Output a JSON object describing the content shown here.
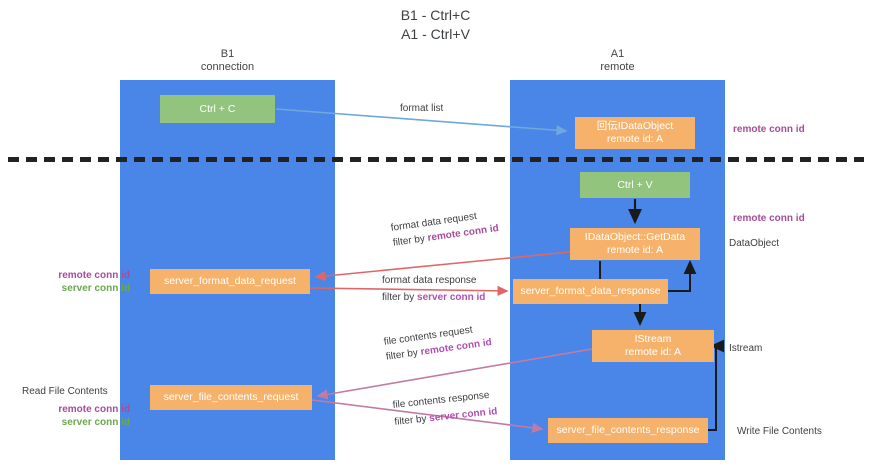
{
  "title": {
    "line1": "B1 - Ctrl+C",
    "line2": "A1 - Ctrl+V"
  },
  "lanes": [
    {
      "id": "b1",
      "name": "B1",
      "role": "connection",
      "color": "#4a86e8"
    },
    {
      "id": "a1",
      "name": "A1",
      "role": "remote",
      "color": "#4a86e8"
    }
  ],
  "nodes": {
    "ctrl_c": {
      "line1": "Ctrl + C",
      "line2": "",
      "color": "#93c47d"
    },
    "idataobject": {
      "line1": "回伝IDataObject",
      "line2": "remote id: A",
      "color": "#f6b26b"
    },
    "ctrl_v": {
      "line1": "Ctrl + V",
      "line2": "",
      "color": "#93c47d"
    },
    "getdata": {
      "line1": "IDataObject::GetData",
      "line2": "remote id: A",
      "color": "#f6b26b"
    },
    "sfd_request": {
      "line1": "server_format_data_request",
      "line2": "",
      "color": "#f6b26b"
    },
    "sfd_response": {
      "line1": "server_format_data_response",
      "line2": "",
      "color": "#f6b26b"
    },
    "istream": {
      "line1": "IStream",
      "line2": "remote id: A",
      "color": "#f6b26b"
    },
    "sfc_request": {
      "line1": "server_file_contents_request",
      "line2": "",
      "color": "#f6b26b"
    },
    "sfc_response": {
      "line1": "server_file_contents_response",
      "line2": "",
      "color": "#f6b26b"
    }
  },
  "edge_labels": {
    "format_list": "format list",
    "format_data_request": {
      "line1": "format data request",
      "filter_prefix": "filter by ",
      "filter_key": "remote conn id"
    },
    "format_data_response": {
      "line1": "format data response",
      "filter_prefix": "filter by ",
      "filter_key": "server conn id"
    },
    "file_contents_request": {
      "line1": "file contents request",
      "filter_prefix": "filter by ",
      "filter_key": "remote conn id"
    },
    "file_contents_response": {
      "line1": "file contents response",
      "filter_prefix": "filter by ",
      "filter_key": "server conn id"
    }
  },
  "annotations": {
    "right_top_conn": "remote conn id",
    "right_getdata_conn": "remote conn id",
    "right_dataobject": "DataObject",
    "right_istream": "Istream",
    "right_write": "Write File Contents",
    "left_conn_remote": "remote conn id",
    "left_conn_server": "server conn id",
    "left_read": "Read File Contents",
    "left_conn_remote2": "remote conn id",
    "left_conn_server2": "server conn id"
  },
  "colors": {
    "lane": "#4a86e8",
    "green_node": "#93c47d",
    "orange_node": "#f6b26b",
    "remote_conn": "#a64d9a",
    "server_conn_green": "#6aa84f",
    "server_conn_purple": "#b14fb1",
    "arrow_blue": "#6fa8dc",
    "arrow_red": "#e06666",
    "arrow_magenta": "#c27ba0",
    "arrow_dark": "#1a1a1a",
    "divider": "#222222"
  }
}
